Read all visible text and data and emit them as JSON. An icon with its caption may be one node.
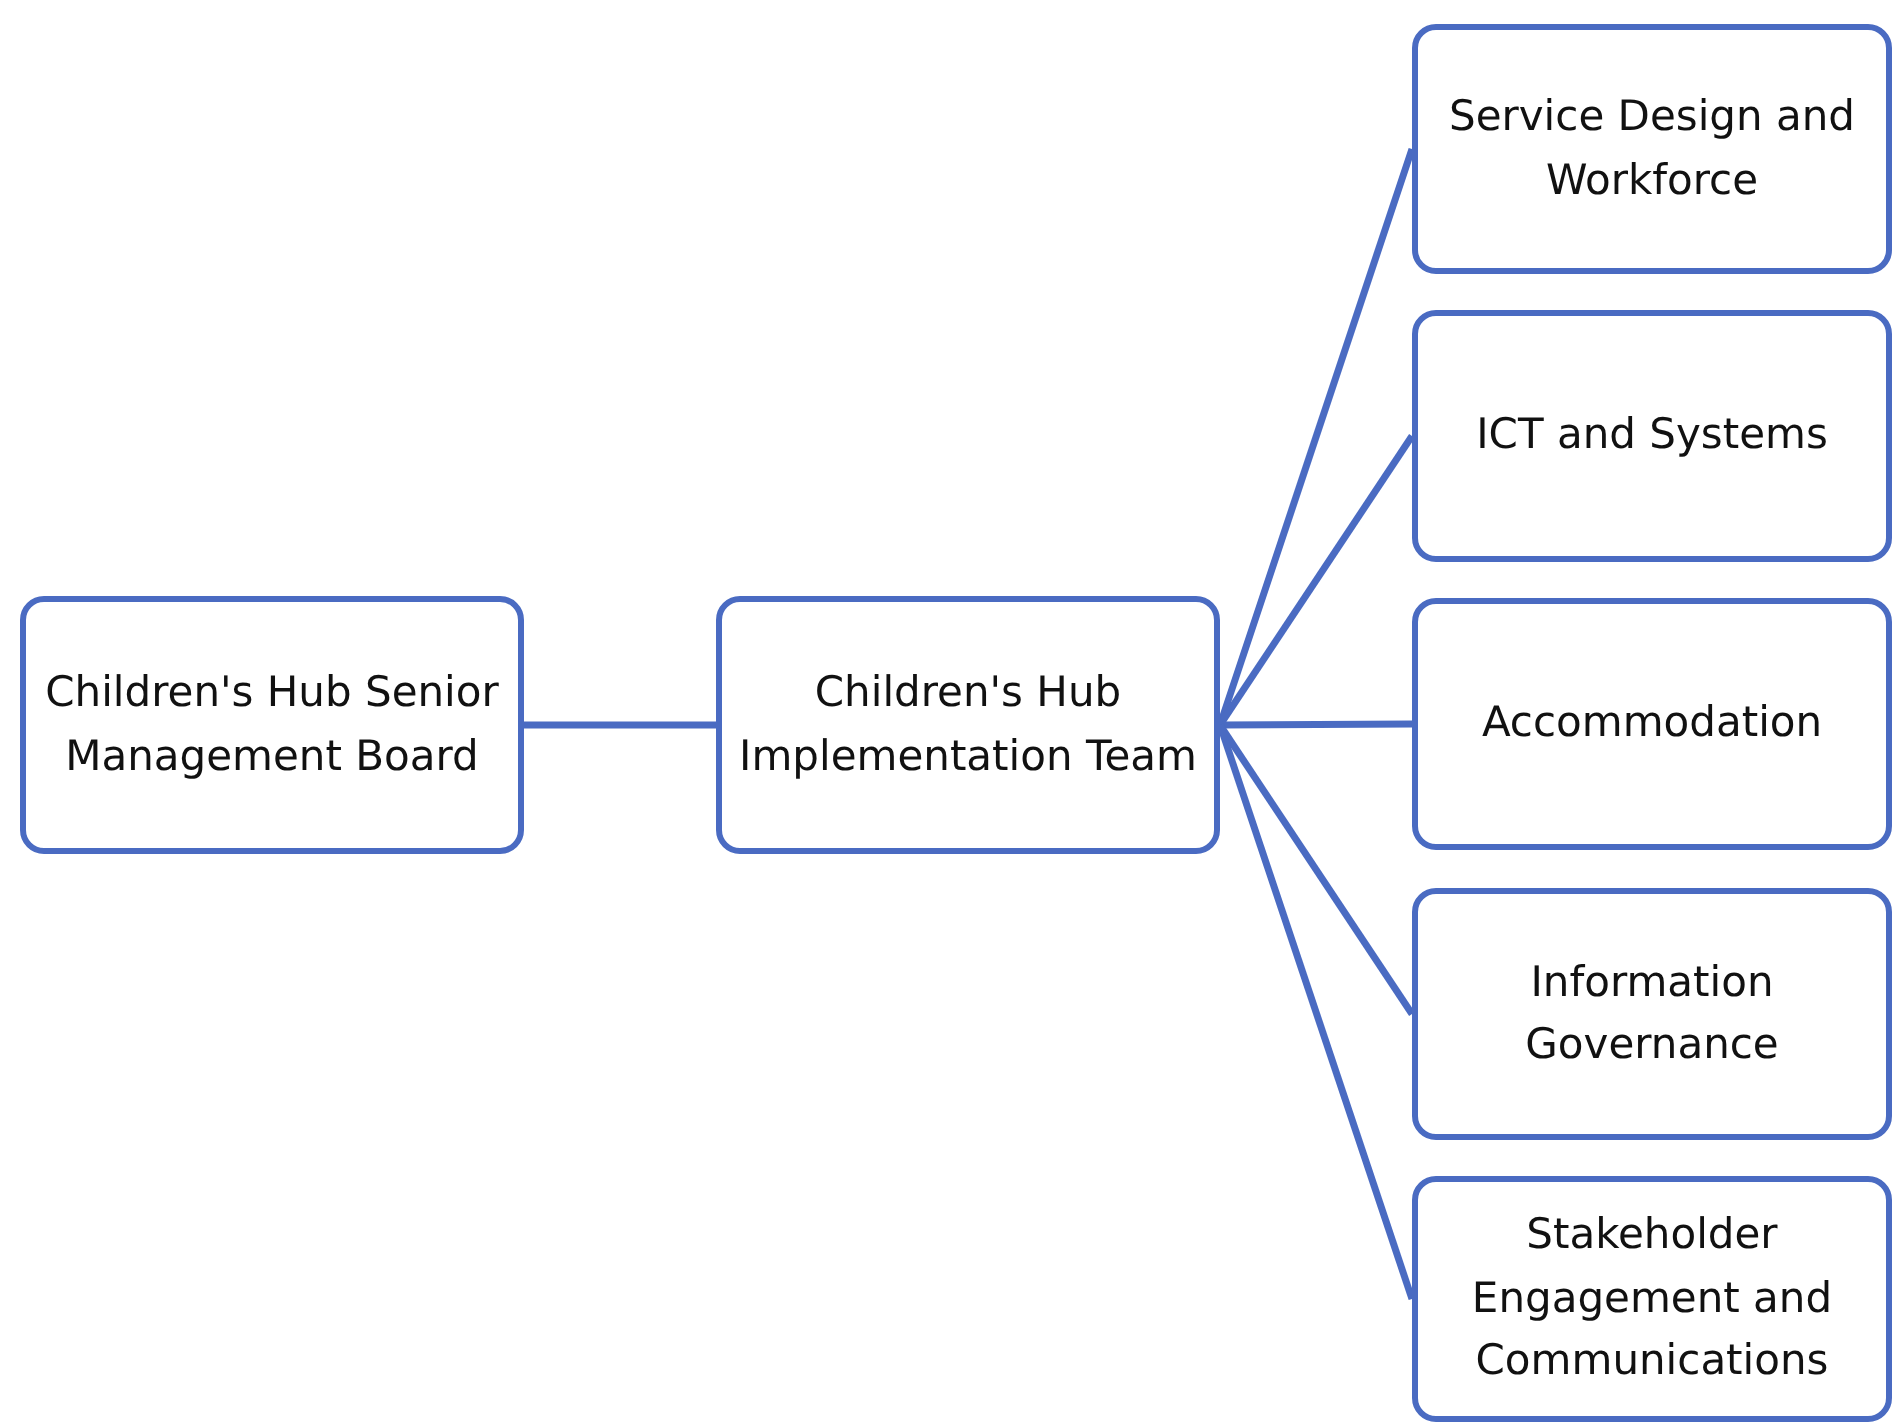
{
  "diagram": {
    "nodes": [
      {
        "text": [
          "Children's Hub Senior Management Board"
        ]
      },
      {
        "text": [
          "Children's Hub Implementation Team"
        ]
      },
      {
        "text": [
          "Service Design and Workforce"
        ]
      },
      {
        "text": [
          "ICT and Systems"
        ]
      },
      {
        "text": [
          "Accommodation"
        ]
      },
      {
        "text": [
          "Information Governance"
        ]
      },
      {
        "text": [
          "Stakeholder Engagement and Communications"
        ]
      }
    ],
    "edges": [
      {
        "from": 0,
        "to": 1,
        "arrow": "none"
      },
      {
        "from": 1,
        "to": 2,
        "arrow": "none"
      },
      {
        "from": 1,
        "to": 3,
        "arrow": "none"
      },
      {
        "from": 1,
        "to": 4,
        "arrow": "none"
      },
      {
        "from": 1,
        "to": 5,
        "arrow": "none"
      },
      {
        "from": 1,
        "to": 6,
        "arrow": "none"
      }
    ]
  }
}
